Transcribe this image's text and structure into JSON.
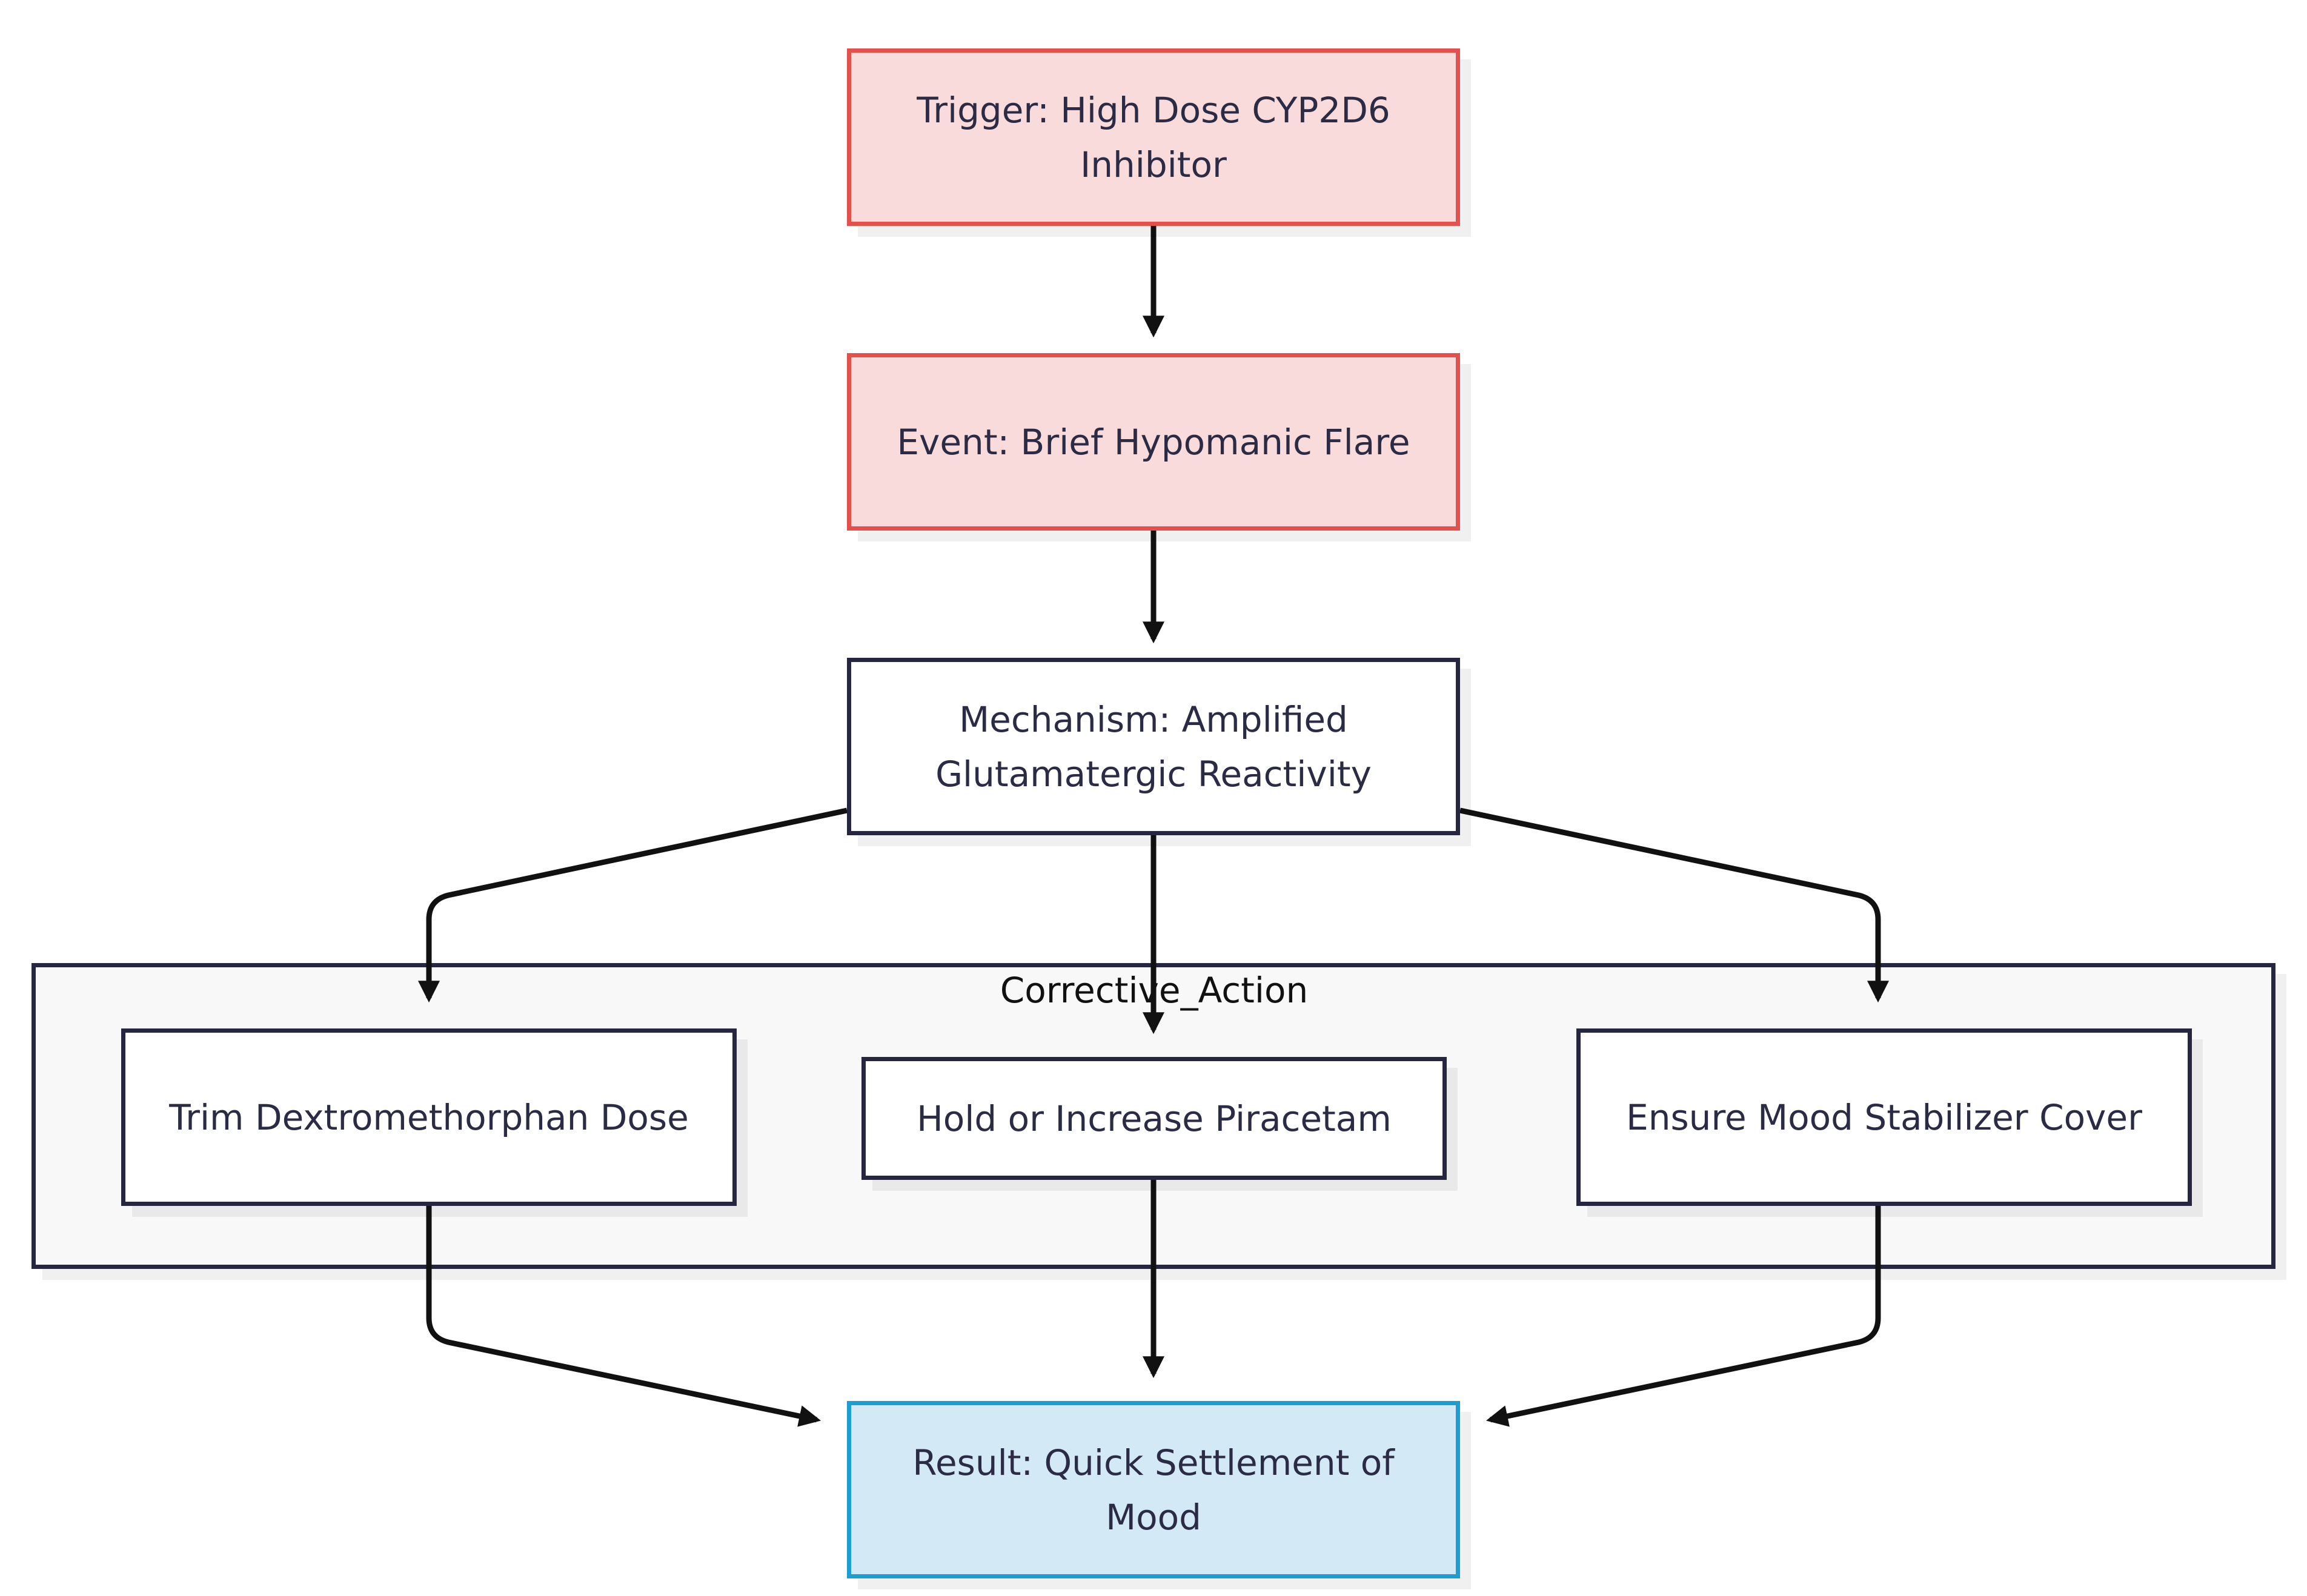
{
  "diagram": {
    "nodes": {
      "trigger": "Trigger: High Dose CYP2D6 Inhibitor",
      "event": "Event: Brief Hypomanic Flare",
      "mechanism": "Mechanism: Amplified Glutamatergic Reactivity",
      "trim": "Trim Dextromethorphan Dose",
      "hold": "Hold or Increase Piracetam",
      "ensure": "Ensure Mood Stabilizer Cover",
      "result": "Result: Quick Settlement of Mood"
    },
    "cluster_label": "Corrective_Action",
    "edges": [
      [
        "trigger",
        "event"
      ],
      [
        "event",
        "mechanism"
      ],
      [
        "mechanism",
        "trim"
      ],
      [
        "mechanism",
        "hold"
      ],
      [
        "mechanism",
        "ensure"
      ],
      [
        "trim",
        "result"
      ],
      [
        "hold",
        "result"
      ],
      [
        "ensure",
        "result"
      ]
    ],
    "colors": {
      "alert_fill": "#fadbdb",
      "alert_border": "#e4514c",
      "result_fill": "#d3e9f5",
      "result_border": "#1c9ed3",
      "default_border": "#262640",
      "cluster_fill": "#f8f8f8",
      "edge": "#111111"
    }
  }
}
